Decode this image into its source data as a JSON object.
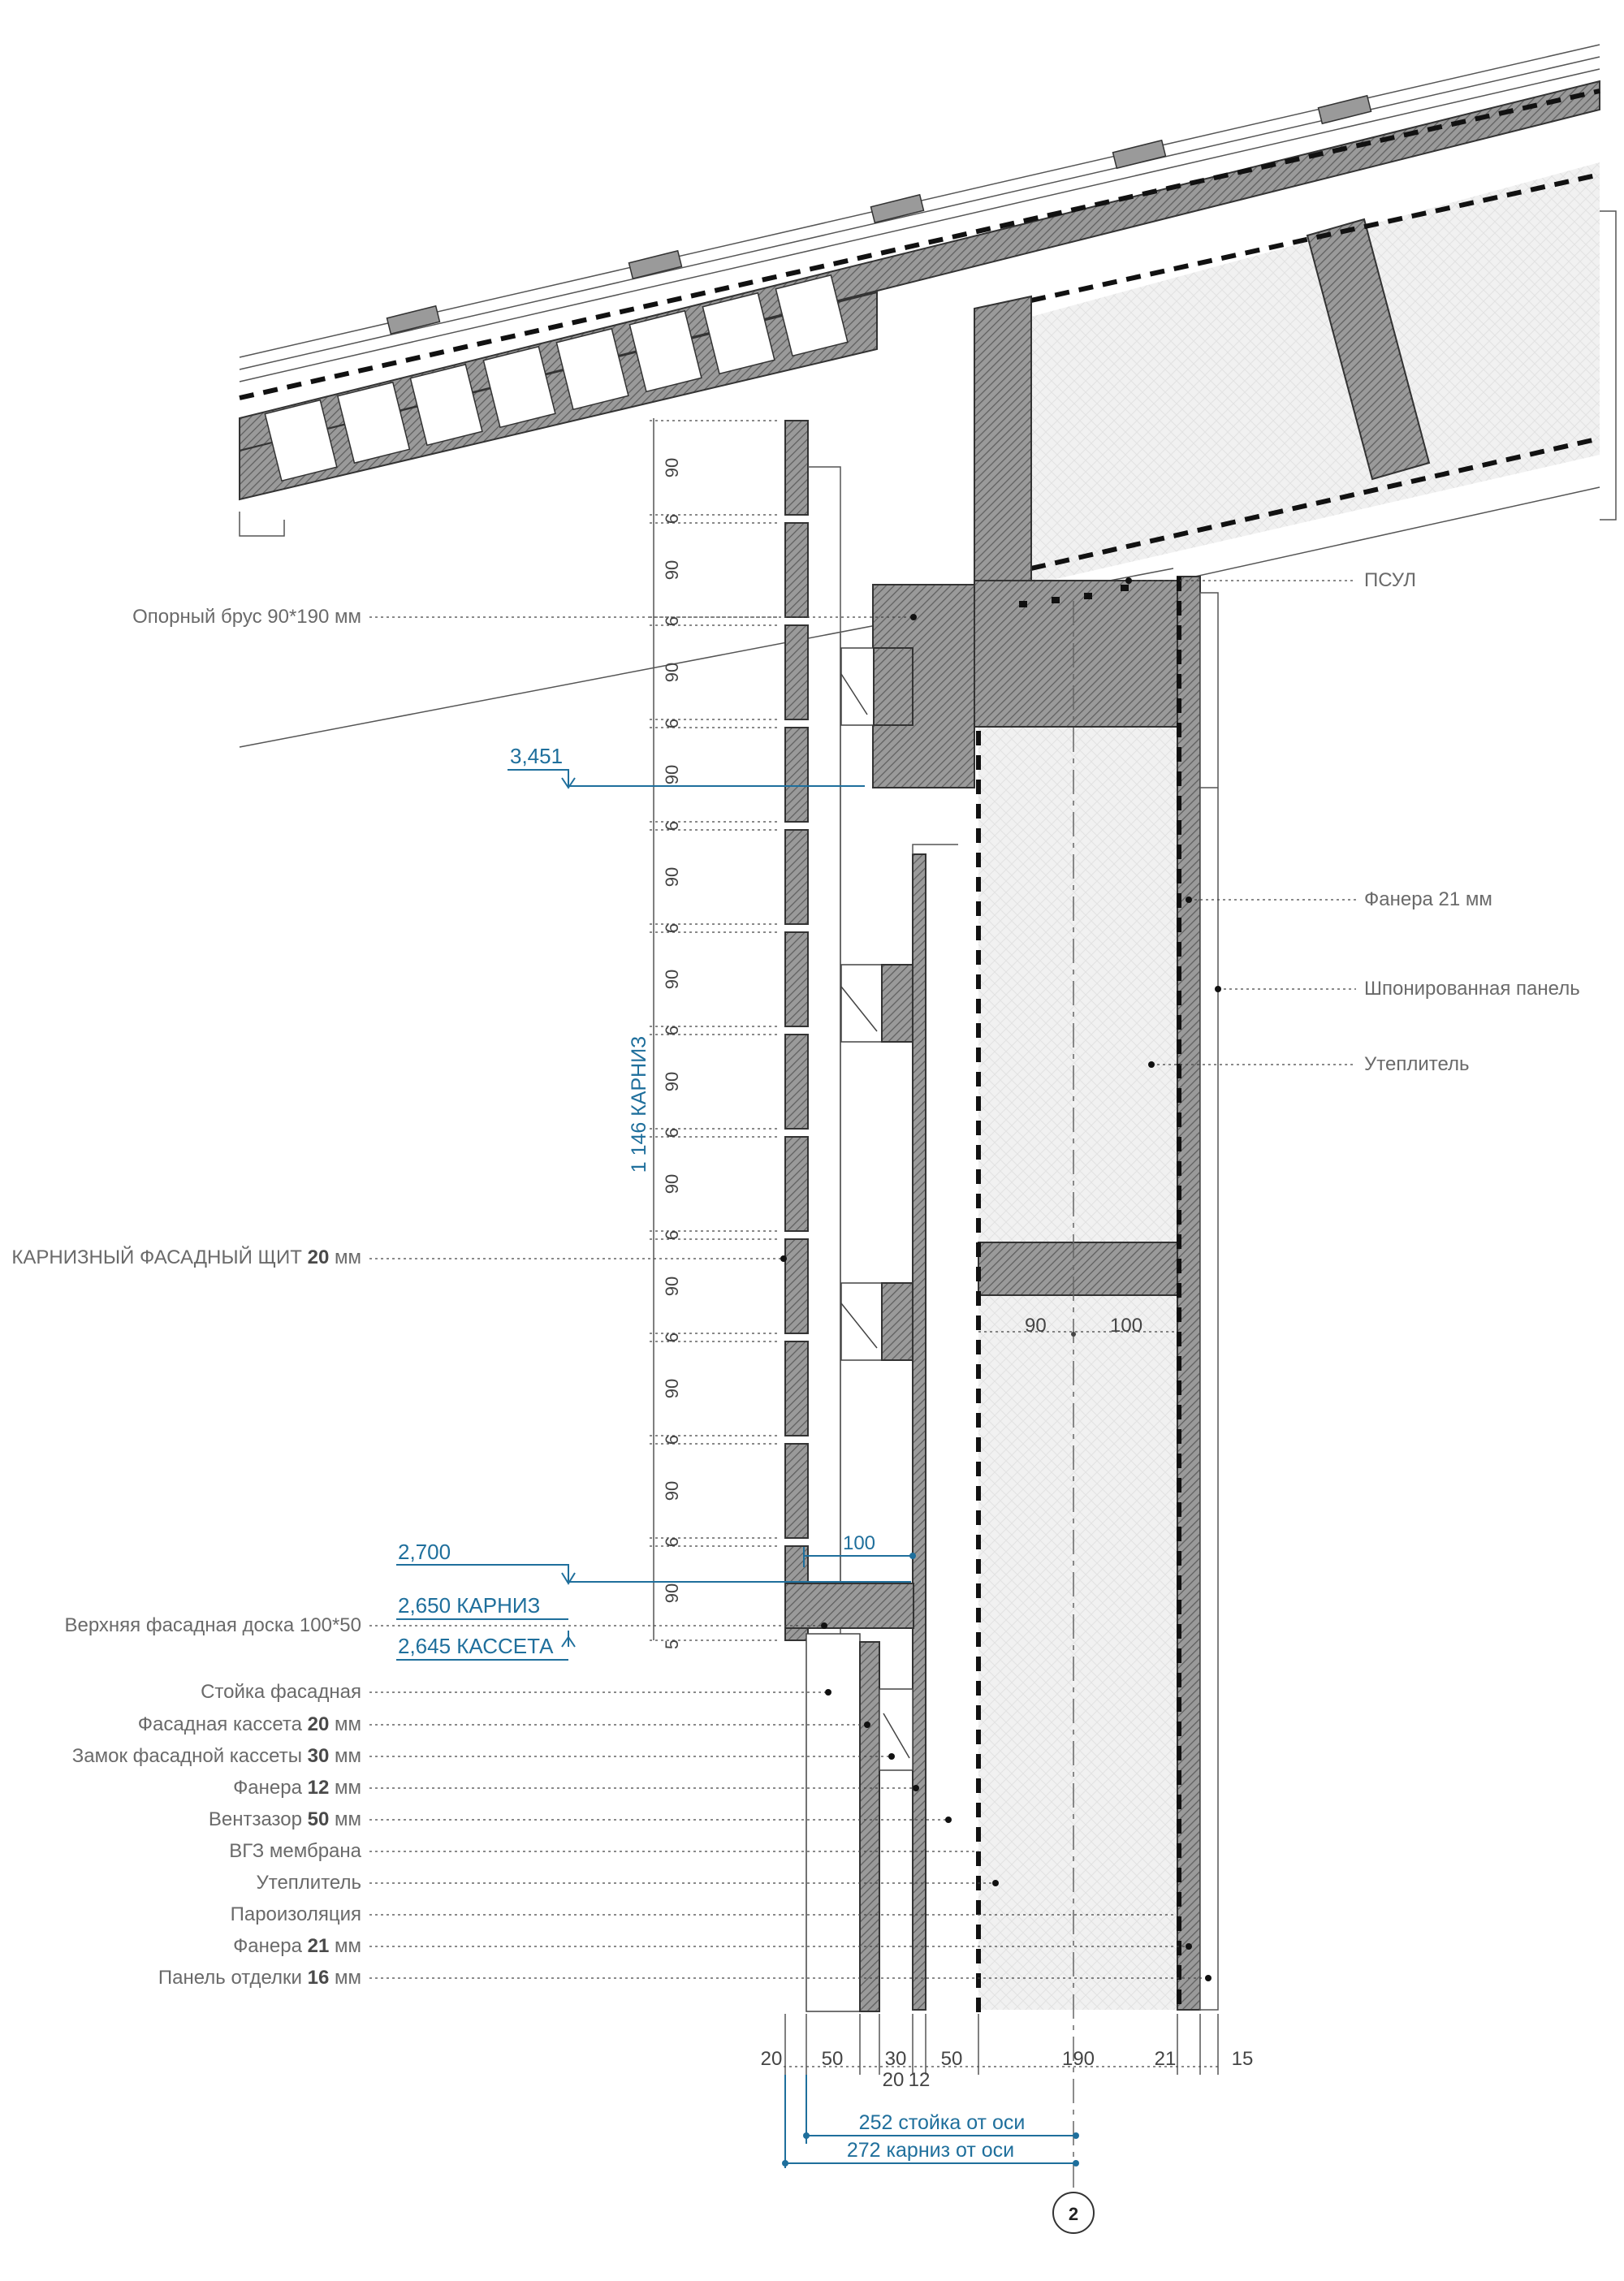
{
  "colors": {
    "annotation_blue": "#1f6f9c",
    "label_gray": "#6a6a6a",
    "hatch_gray": "#8f8f8f"
  },
  "elevations": {
    "e3451": "3,451",
    "e2700": "2,700",
    "e2650": "2,650 КАРНИЗ",
    "e2645": "2,645 КАССЕТА"
  },
  "vertical_total": "1 146 КАРНИЗ",
  "labels_left": {
    "support_beam": "Опорный брус 90*190 мм",
    "eave_shield": "КАРНИЗНЫЙ ФАСАДНЫЙ ЩИТ",
    "eave_shield_val": "20",
    "eave_shield_unit": " мм",
    "top_board": "Верхняя фасадная доска 100*50",
    "post": "Стойка фасадная",
    "cassette": "Фасадная кассета ",
    "cassette_val": "20",
    "cassette_unit": " мм",
    "lock": "Замок фасадной кассеты ",
    "lock_val": "30",
    "lock_unit": " мм",
    "plywood12": "Фанера ",
    "plywood12_val": "12",
    "plywood12_unit": " мм",
    "airgap": "Вентзазор ",
    "airgap_val": "50",
    "airgap_unit": " мм",
    "membrane": "ВГЗ мембрана",
    "insulation": "Утеплитель",
    "vapor": "Пароизоляция",
    "plywood21": "Фанера ",
    "plywood21_val": "21",
    "plywood21_unit": " мм",
    "finish": "Панель отделки ",
    "finish_val": "16",
    "finish_unit": " мм"
  },
  "labels_right": {
    "psul": "ПСУЛ",
    "plywood": "Фанера 21 мм",
    "veneer": "Шпонированная панель",
    "insulation": "Утеплитель"
  },
  "vertical_dims": [
    "90",
    "6",
    "90",
    "6",
    "90",
    "6",
    "90",
    "6",
    "90",
    "6",
    "90",
    "6",
    "90",
    "6",
    "90",
    "6",
    "90",
    "6",
    "90",
    "6",
    "90",
    "6",
    "90",
    "5"
  ],
  "inner_dims": {
    "a": "90",
    "b": "100",
    "board": "100"
  },
  "bottom_dims": [
    "20",
    "50",
    "30",
    "50",
    "190",
    "21",
    "15"
  ],
  "bottom_dims_sub": [
    "20",
    "12"
  ],
  "totals": {
    "post_axis": "252 стойка от оси",
    "eave_axis": "272 карниз от оси"
  },
  "axis_marker": "2"
}
